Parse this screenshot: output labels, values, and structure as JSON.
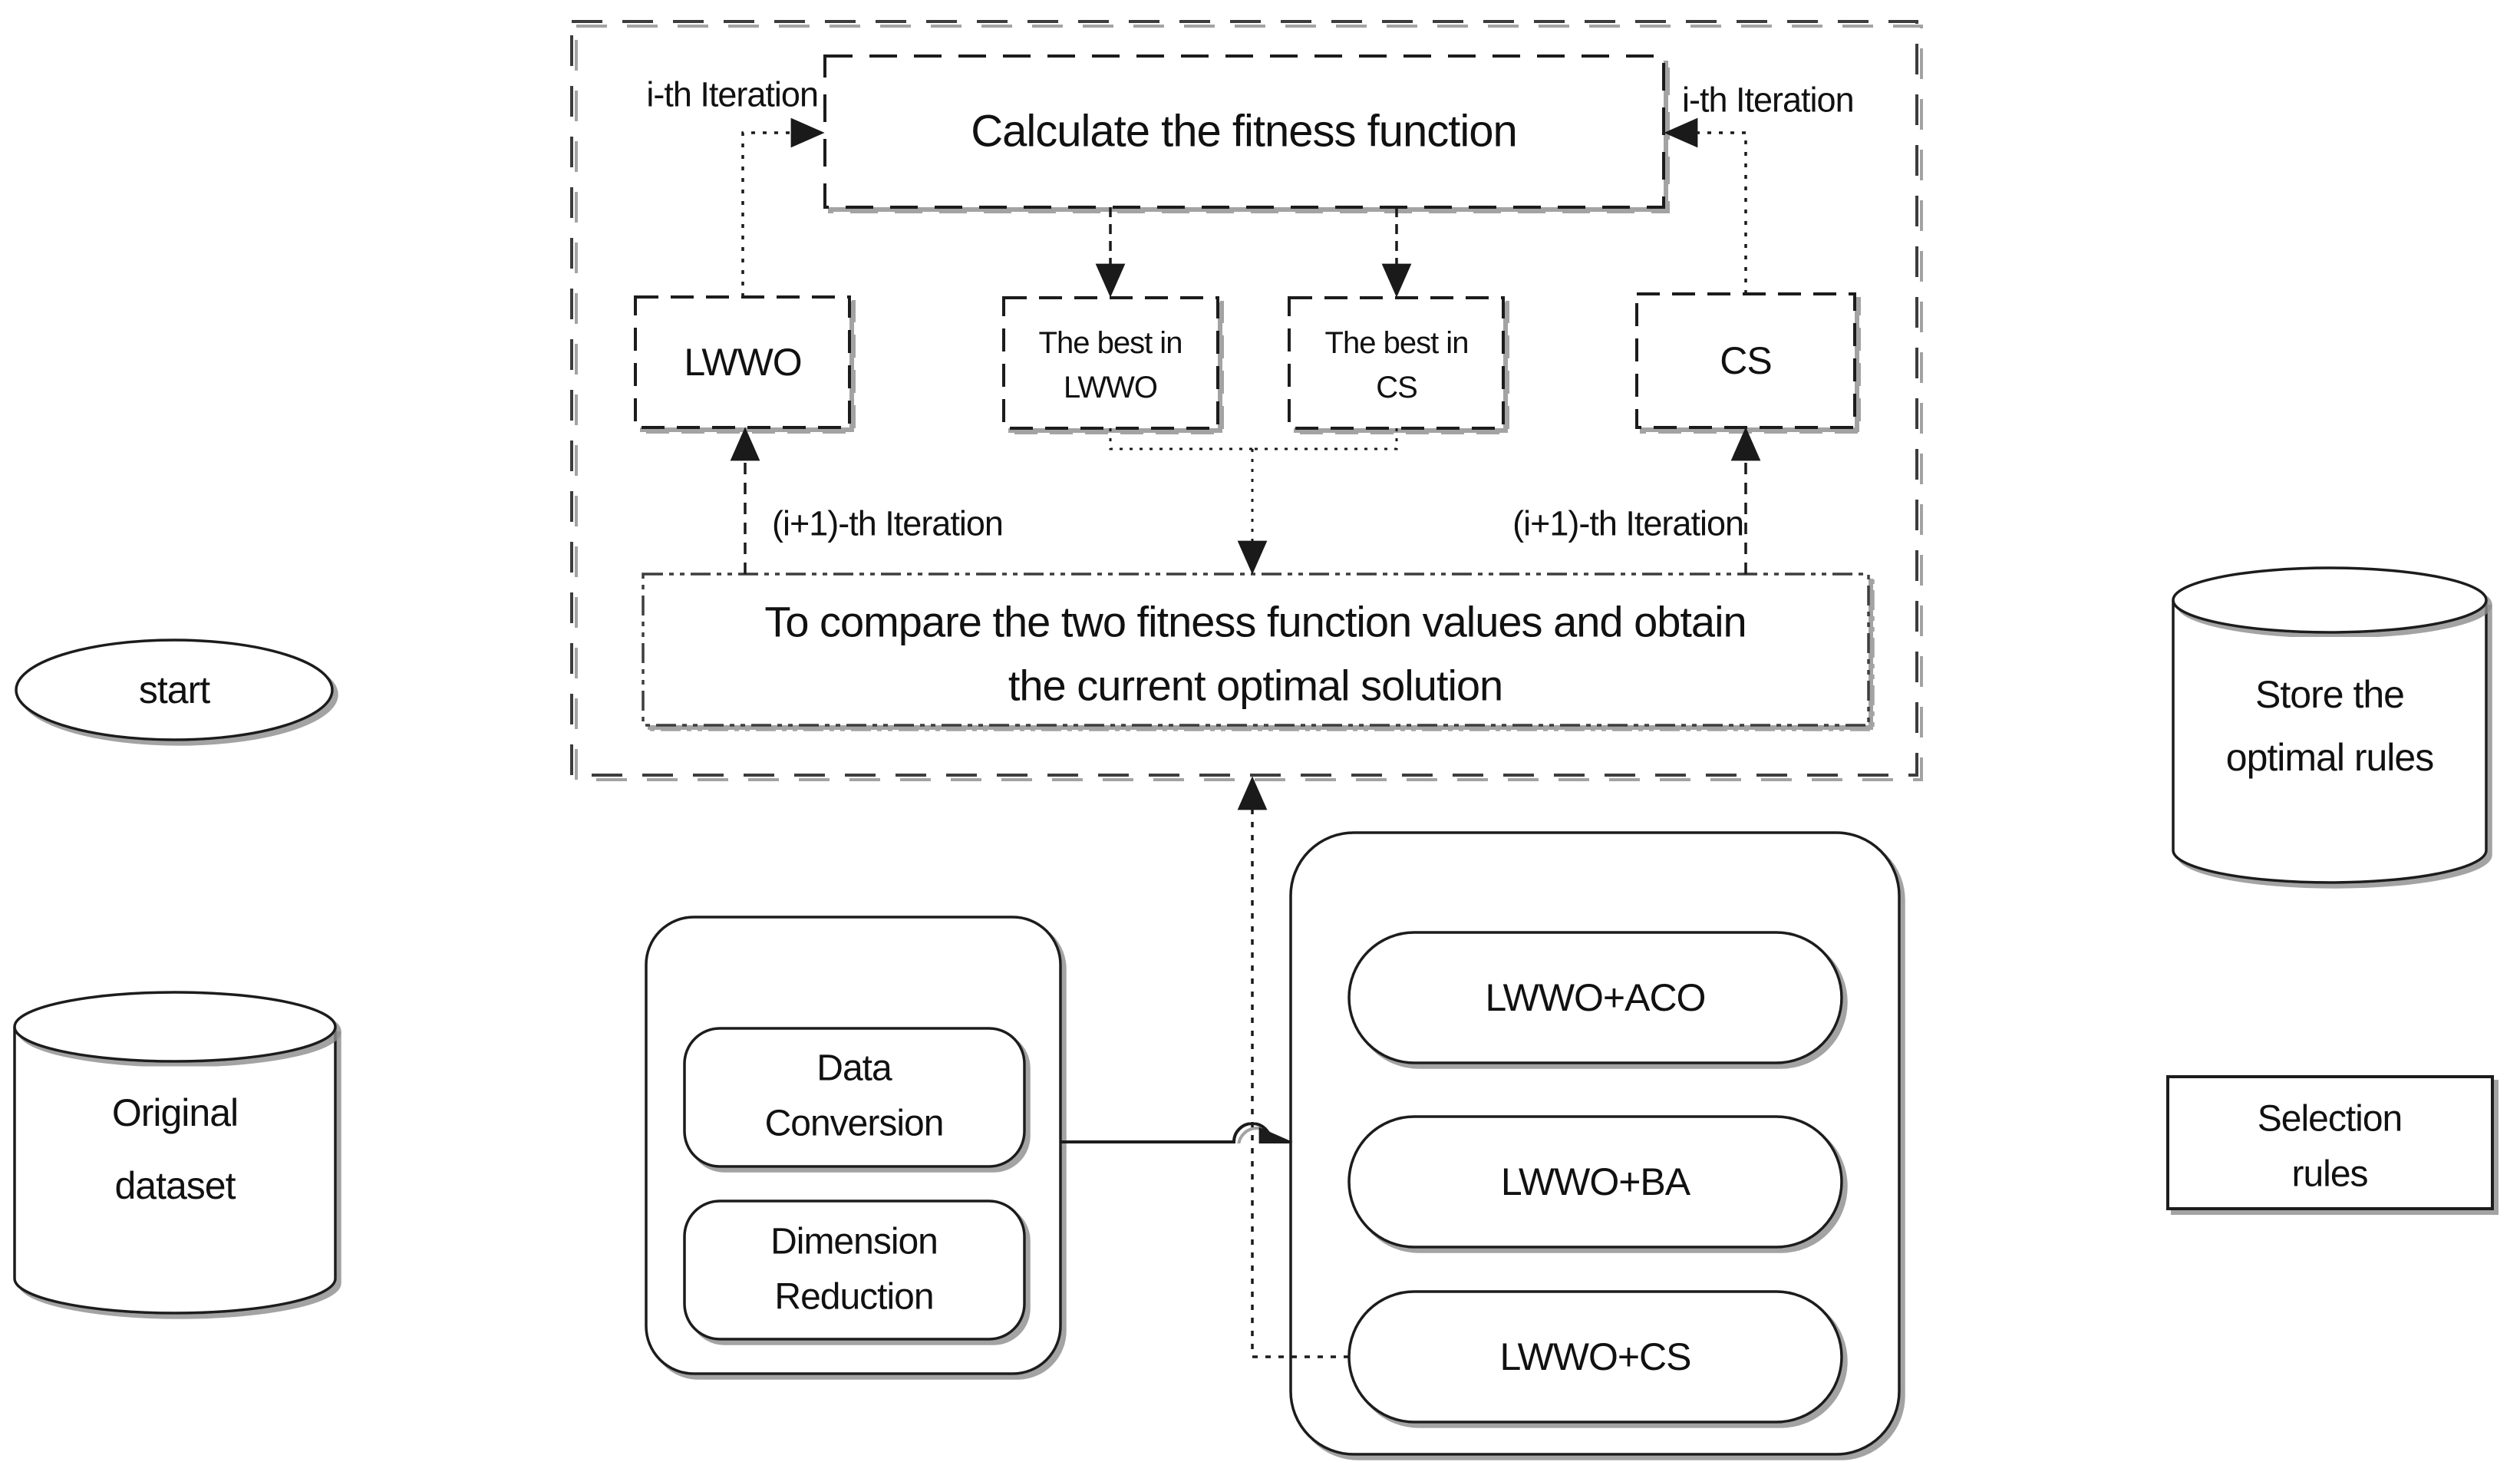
{
  "diagram": {
    "nodes": {
      "start": {
        "label": "start"
      },
      "original_dataset": {
        "line1": "Original",
        "line2": "dataset"
      },
      "data_conversion": {
        "line1": "Data",
        "line2": "Conversion"
      },
      "dimension_reduction": {
        "line1": "Dimension",
        "line2": "Reduction"
      },
      "calculate_fitness": {
        "label": "Calculate the fitness function"
      },
      "lwwo": {
        "label": "LWWO"
      },
      "best_in_lwwo": {
        "line1": "The best in",
        "line2": "LWWO"
      },
      "best_in_cs": {
        "line1": "The best in",
        "line2": "CS"
      },
      "cs": {
        "label": "CS"
      },
      "compare_solution": {
        "line1": "To compare the two fitness function values and obtain",
        "line2": "the current optimal solution"
      },
      "lwwo_aco": {
        "label": "LWWO+ACO"
      },
      "lwwo_ba": {
        "label": "LWWO+BA"
      },
      "lwwo_cs": {
        "label": "LWWO+CS"
      },
      "selection_rules": {
        "line1": "Selection",
        "line2": "rules"
      },
      "store_rules": {
        "line1": "Store the",
        "line2": "optimal rules"
      }
    },
    "edge_labels": {
      "ith_left": "i-th Iteration",
      "ith_right": "i-th Iteration",
      "i1th_left": "(i+1)-th Iteration",
      "i1th_right": "(i+1)-th Iteration"
    },
    "colors": {
      "ink": "#1a1a1a",
      "ink-soft": "#3d3d3d",
      "text": "#111111",
      "paper": "#ffffff"
    }
  }
}
